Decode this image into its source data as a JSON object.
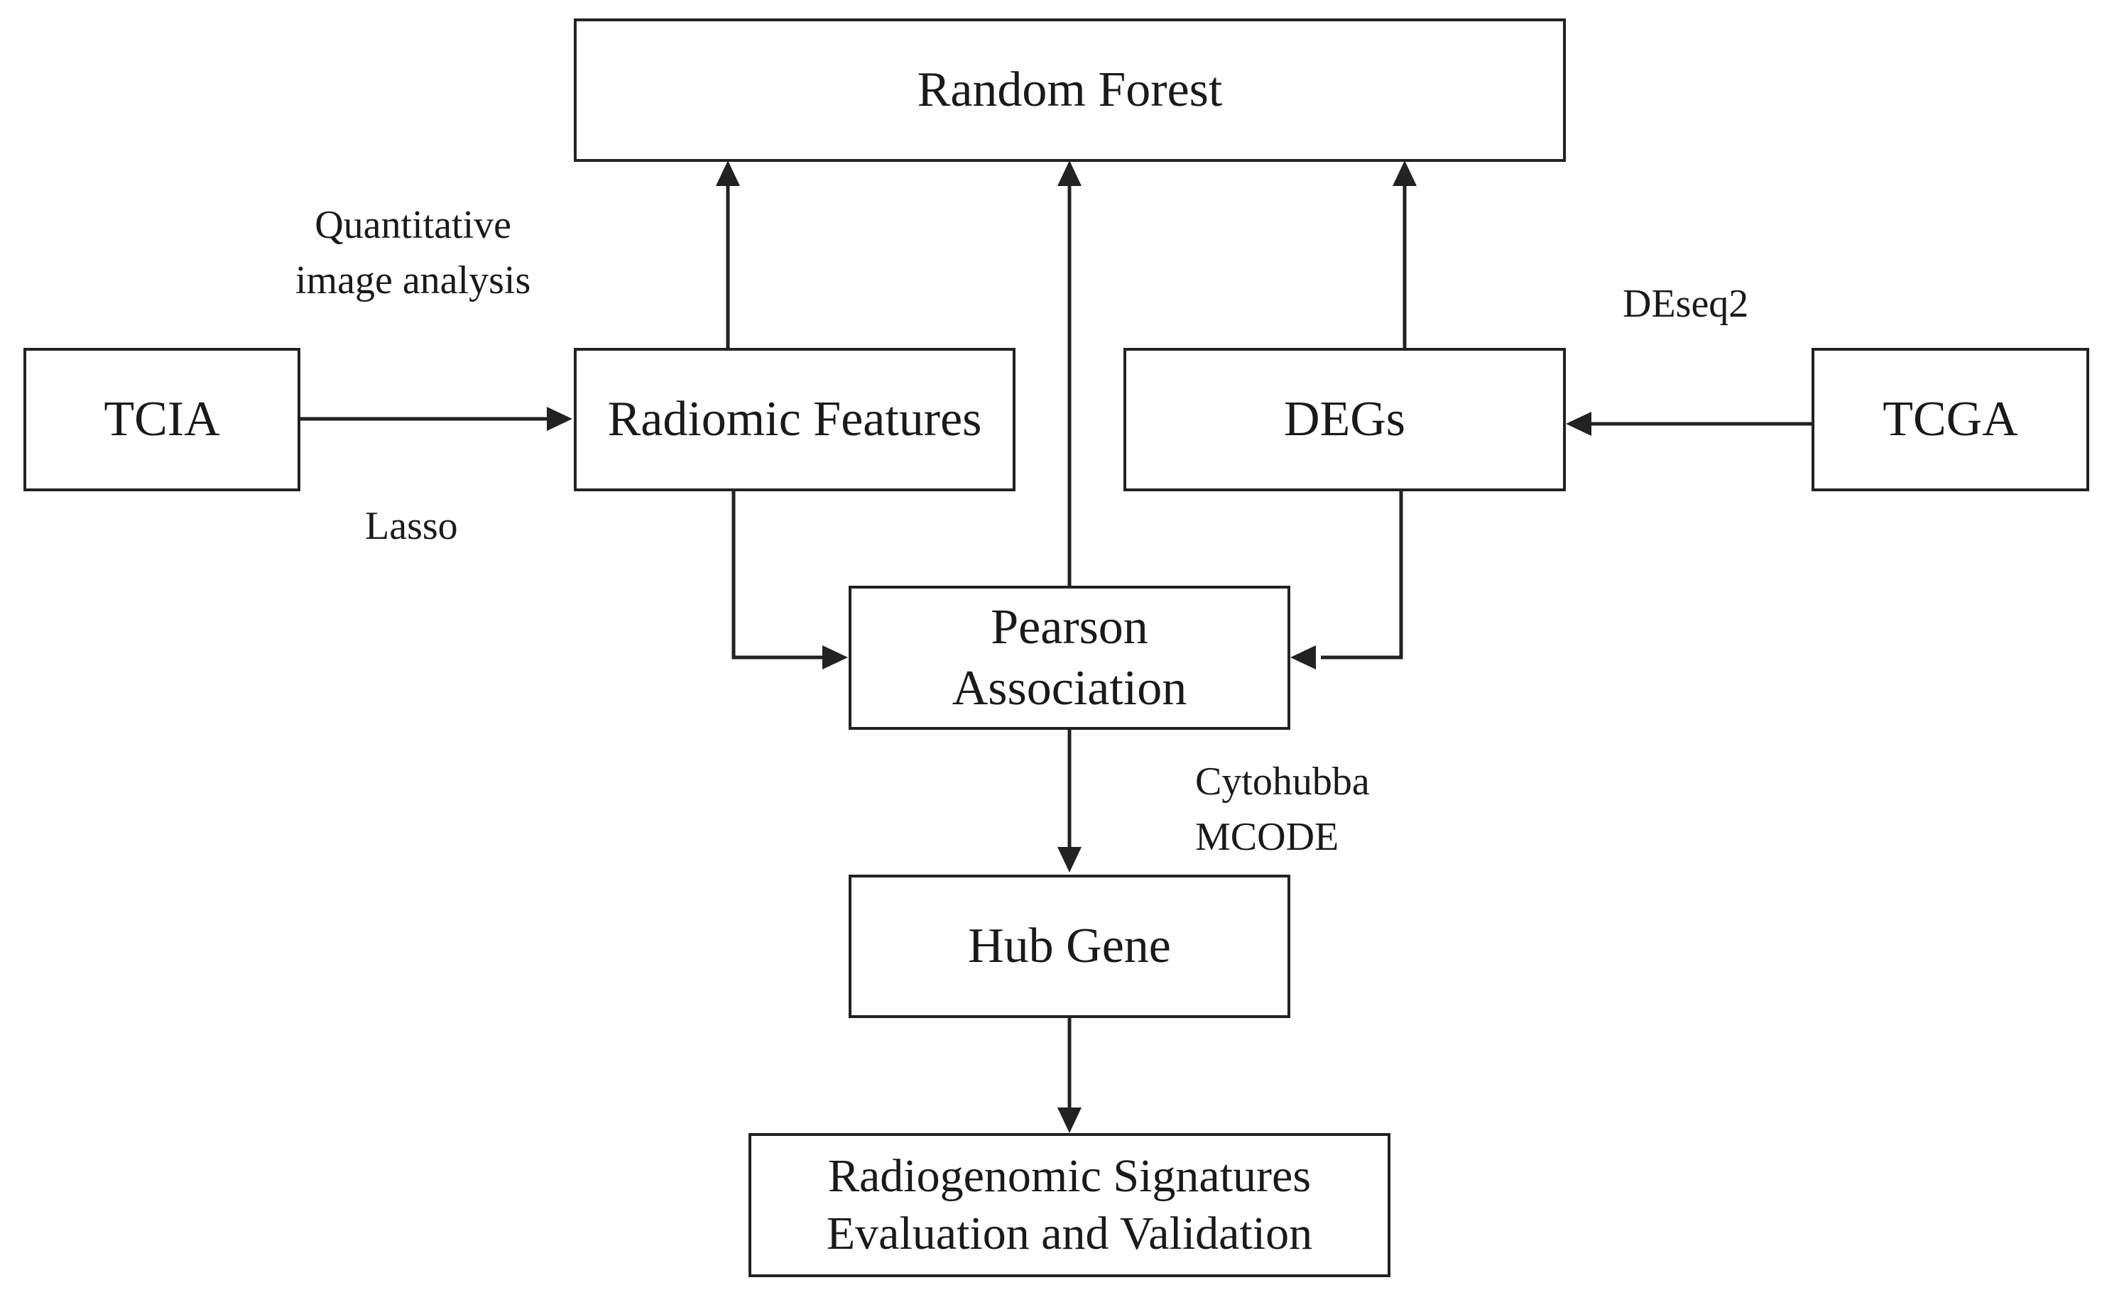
{
  "nodes": {
    "random_forest": "Random Forest",
    "tcia": "TCIA",
    "radiomic_features": "Radiomic Features",
    "degs": "DEGs",
    "tcga": "TCGA",
    "pearson": [
      "Pearson",
      "Association"
    ],
    "hub_gene": "Hub Gene",
    "signatures": [
      "Radiogenomic Signatures",
      "Evaluation and Validation"
    ]
  },
  "labels": {
    "quantitative": [
      "Quantitative",
      "image analysis"
    ],
    "lasso": "Lasso",
    "deseq2": "DEseq2",
    "cytohubba": [
      "Cytohubba",
      "MCODE"
    ]
  },
  "edges": [
    {
      "from": "tcia",
      "to": "radiomic_features"
    },
    {
      "from": "tcga",
      "to": "degs"
    },
    {
      "from": "radiomic_features",
      "to": "random_forest"
    },
    {
      "from": "pearson",
      "to": "random_forest"
    },
    {
      "from": "degs",
      "to": "random_forest"
    },
    {
      "from": "radiomic_features",
      "to": "pearson"
    },
    {
      "from": "degs",
      "to": "pearson"
    },
    {
      "from": "pearson",
      "to": "hub_gene"
    },
    {
      "from": "hub_gene",
      "to": "signatures"
    }
  ],
  "colors": {
    "line": "#222222",
    "background": "#ffffff"
  }
}
